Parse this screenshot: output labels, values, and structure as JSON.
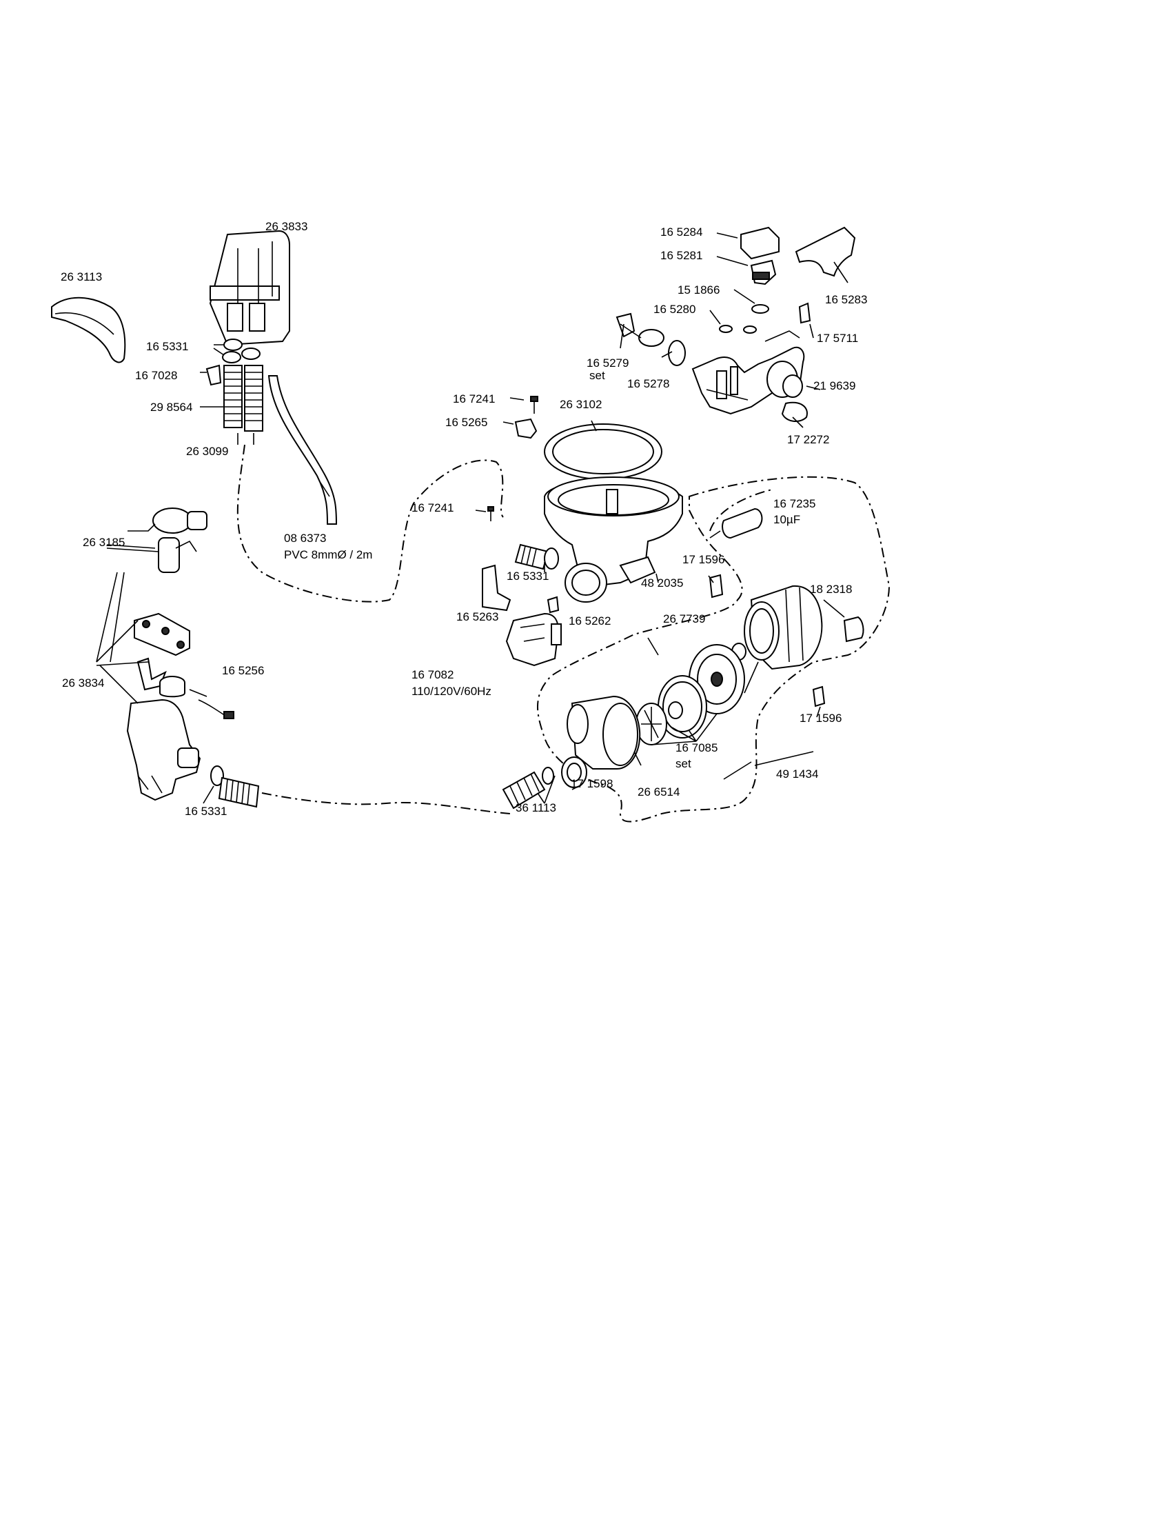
{
  "labels": {
    "p263833": "26 3833",
    "p263113": "26 3113",
    "p165331a": "16 5331",
    "p167028": "16 7028",
    "p298564": "29 8564",
    "p263099": "26 3099",
    "p086373": "08 6373",
    "p086373b": "PVC 8mmØ / 2m",
    "p263185": "26 3185",
    "p263834": "26 3834",
    "p165256": "16 5256",
    "p165331c": "16 5331",
    "p165284": "16 5284",
    "p165281": "16 5281",
    "p151866": "15 1866",
    "p165280": "16 5280",
    "p165283": "16 5283",
    "p175711": "17 5711",
    "p165279": "16 5279",
    "p165279b": "set",
    "p165278": "16 5278",
    "p219639": "21 9639",
    "p172272": "17 2272",
    "p167241a": "16 7241",
    "p165265": "16 5265",
    "p263102": "26 3102",
    "p167241b": "16 7241",
    "p167235": "16 7235",
    "p167235b": "10µF",
    "p165331b": "16 5331",
    "p482035": "48 2035",
    "p171596a": "17 1596",
    "p165263": "16 5263",
    "p165262": "16 5262",
    "p182318": "18 2318",
    "p267739": "26 7739",
    "p167082": "16 7082",
    "p167082b": "110/120V/60Hz",
    "p171596b": "17 1596",
    "p167085": "16 7085",
    "p167085b": "set",
    "p491434": "49 1434",
    "p171598": "17 1598",
    "p266514": "26 6514",
    "p361113": "36 1113"
  }
}
